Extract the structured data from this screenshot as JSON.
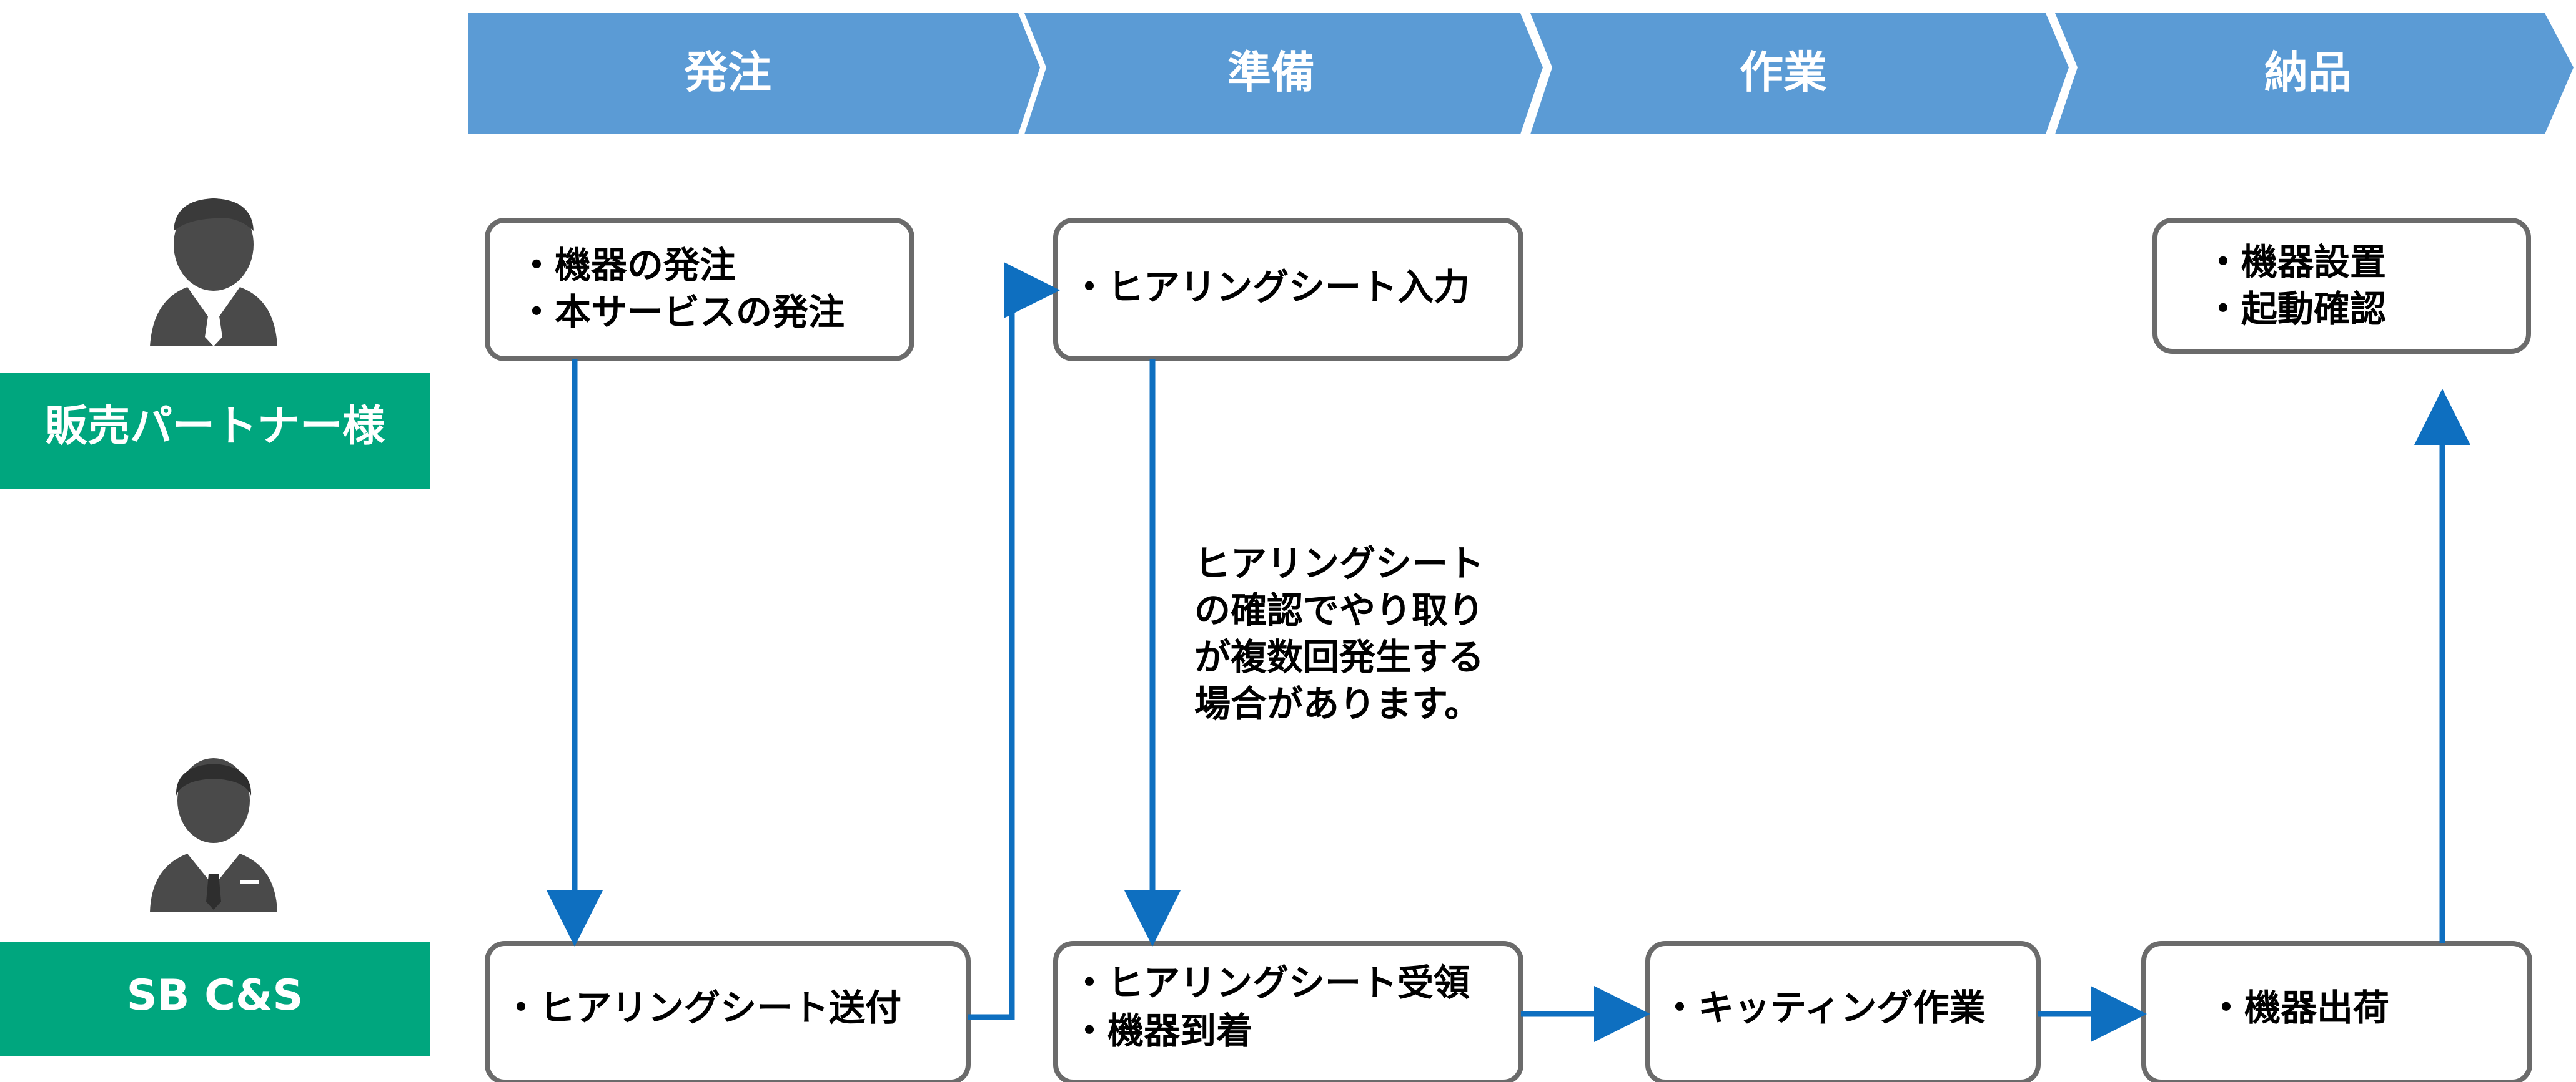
{
  "phases": [
    {
      "label": "発注"
    },
    {
      "label": "準備"
    },
    {
      "label": "作業"
    },
    {
      "label": "納品"
    }
  ],
  "actors": {
    "partner": {
      "label": "販売パートナー様",
      "icon": "businessman-icon"
    },
    "sbcs": {
      "label": "SB C&S",
      "icon": "businessman-suit-icon"
    }
  },
  "boxes": {
    "order": {
      "lines": [
        "・機器の発注",
        "・本サービスの発注"
      ]
    },
    "hearing_input": {
      "lines": [
        "・ヒアリングシート入力"
      ]
    },
    "install": {
      "lines": [
        "・機器設置",
        "・起動確認"
      ]
    },
    "hearing_send": {
      "lines": [
        "・ヒアリングシート送付"
      ]
    },
    "hearing_receive": {
      "lines": [
        "・ヒアリングシート受領",
        "・機器到着"
      ]
    },
    "kitting": {
      "lines": [
        "・キッティング作業"
      ]
    },
    "ship": {
      "lines": [
        "・機器出荷"
      ]
    }
  },
  "note": {
    "lines": [
      "ヒアリングシート",
      "の確認でやり取り",
      "が複数回発生する",
      "場合があります。"
    ]
  },
  "colors": {
    "phase_fill": "#5b9bd5",
    "actor_fill": "#00a67e",
    "box_border": "#6b6b6b",
    "arrow": "#0e6fc0",
    "icon": "#4a4a4a",
    "text": "#000000"
  }
}
